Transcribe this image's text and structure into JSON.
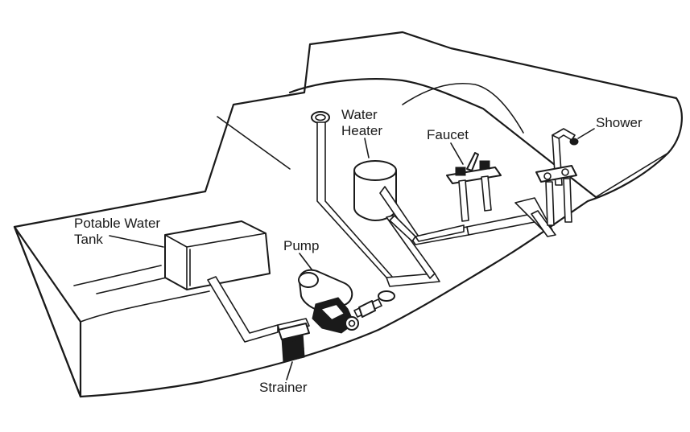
{
  "labels": {
    "water_heater_line1": "Water",
    "water_heater_line2": "Heater",
    "faucet": "Faucet",
    "shower": "Shower",
    "potable_tank_line1": "Potable Water",
    "potable_tank_line2": "Tank",
    "pump": "Pump",
    "strainer": "Strainer"
  },
  "colors": {
    "line": "#1a1a1a",
    "background": "#ffffff"
  }
}
